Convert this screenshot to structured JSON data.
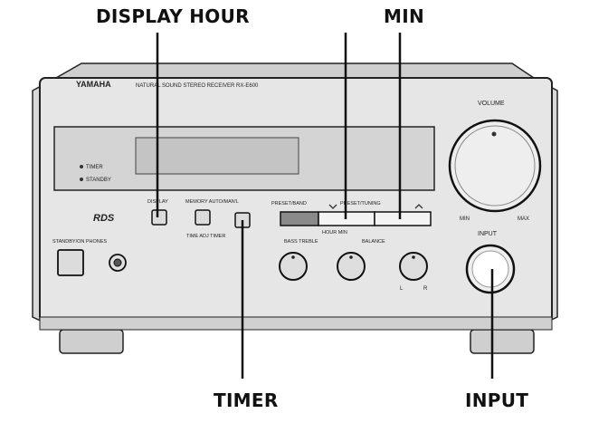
{
  "callouts": {
    "display_hour": "DISPLAY HOUR",
    "min": "MIN",
    "timer": "TIMER",
    "input": "INPUT"
  },
  "device": {
    "brand": "YAMAHA",
    "model_line": "NATURAL SOUND STEREO RECEIVER RX-E600",
    "indicator_timer": "TIMER",
    "indicator_standby": "STANDBY",
    "rds_logo": "RDS",
    "standby_phones": "STANDBY/ON PHONES",
    "display_btn_label": "DISPLAY",
    "memory_label": "MEMORY AUTO/MAN'L",
    "time_adj_timer": "TIME ADJ TIMER",
    "preset_band": "PRESET/BAND",
    "preset_tuning": "PRESET/TUNING",
    "hour_label": "HOUR MIN",
    "bass_treble": "BASS TREBLE",
    "balance": "BALANCE",
    "balance_l": "L",
    "balance_r": "R",
    "volume": "VOLUME",
    "vol_min": "MIN",
    "vol_max": "MAX",
    "input": "INPUT"
  }
}
